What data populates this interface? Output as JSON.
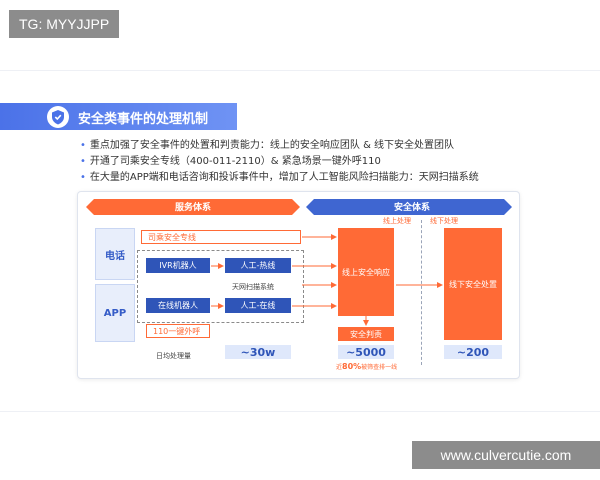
{
  "watermarks": {
    "top_left": "TG: MYYJJPP",
    "bottom_right": "www.culvercutie.com"
  },
  "slide": {
    "title": "安全类事件的处理机制",
    "bullets": [
      "重点加强了安全事件的处置和判责能力：线上的安全响应团队 & 线下安全处置团队",
      "开通了司乘安全专线（400-011-2110）& 紧急场景一键外呼110",
      "在大量的APP端和电话咨询和投诉事件中，增加了人工智能风险扫描能力：天网扫描系统"
    ]
  },
  "diagram": {
    "service_header": "服务体系",
    "safety_header": "安全体系",
    "online_label": "线上处理",
    "offline_label": "线下处理",
    "channels": {
      "phone": "电话",
      "app": "APP"
    },
    "special_line": "司乘安全专线",
    "ivr_robot": "IVR机器人",
    "manual_hotline": "人工-热线",
    "skynet": "天网扫描系统",
    "online_robot": "在线机器人",
    "manual_online": "人工-在线",
    "call_110": "110一键外呼",
    "online_response": "线上安全响应",
    "safety_judgment": "安全判责",
    "offline_disposal": "线下安全处置",
    "daily_volume_label": "日均处理量",
    "count_service": "~30w",
    "count_online": "~5000",
    "count_offline": "~200",
    "note_prefix": "近",
    "note_percent": "80%",
    "note_suffix": "被筛查排一线"
  },
  "colors": {
    "brand_blue": "#4b72e8",
    "navy": "#2f55b8",
    "orange": "#ff6a36",
    "light_blue": "#e8eefb"
  }
}
